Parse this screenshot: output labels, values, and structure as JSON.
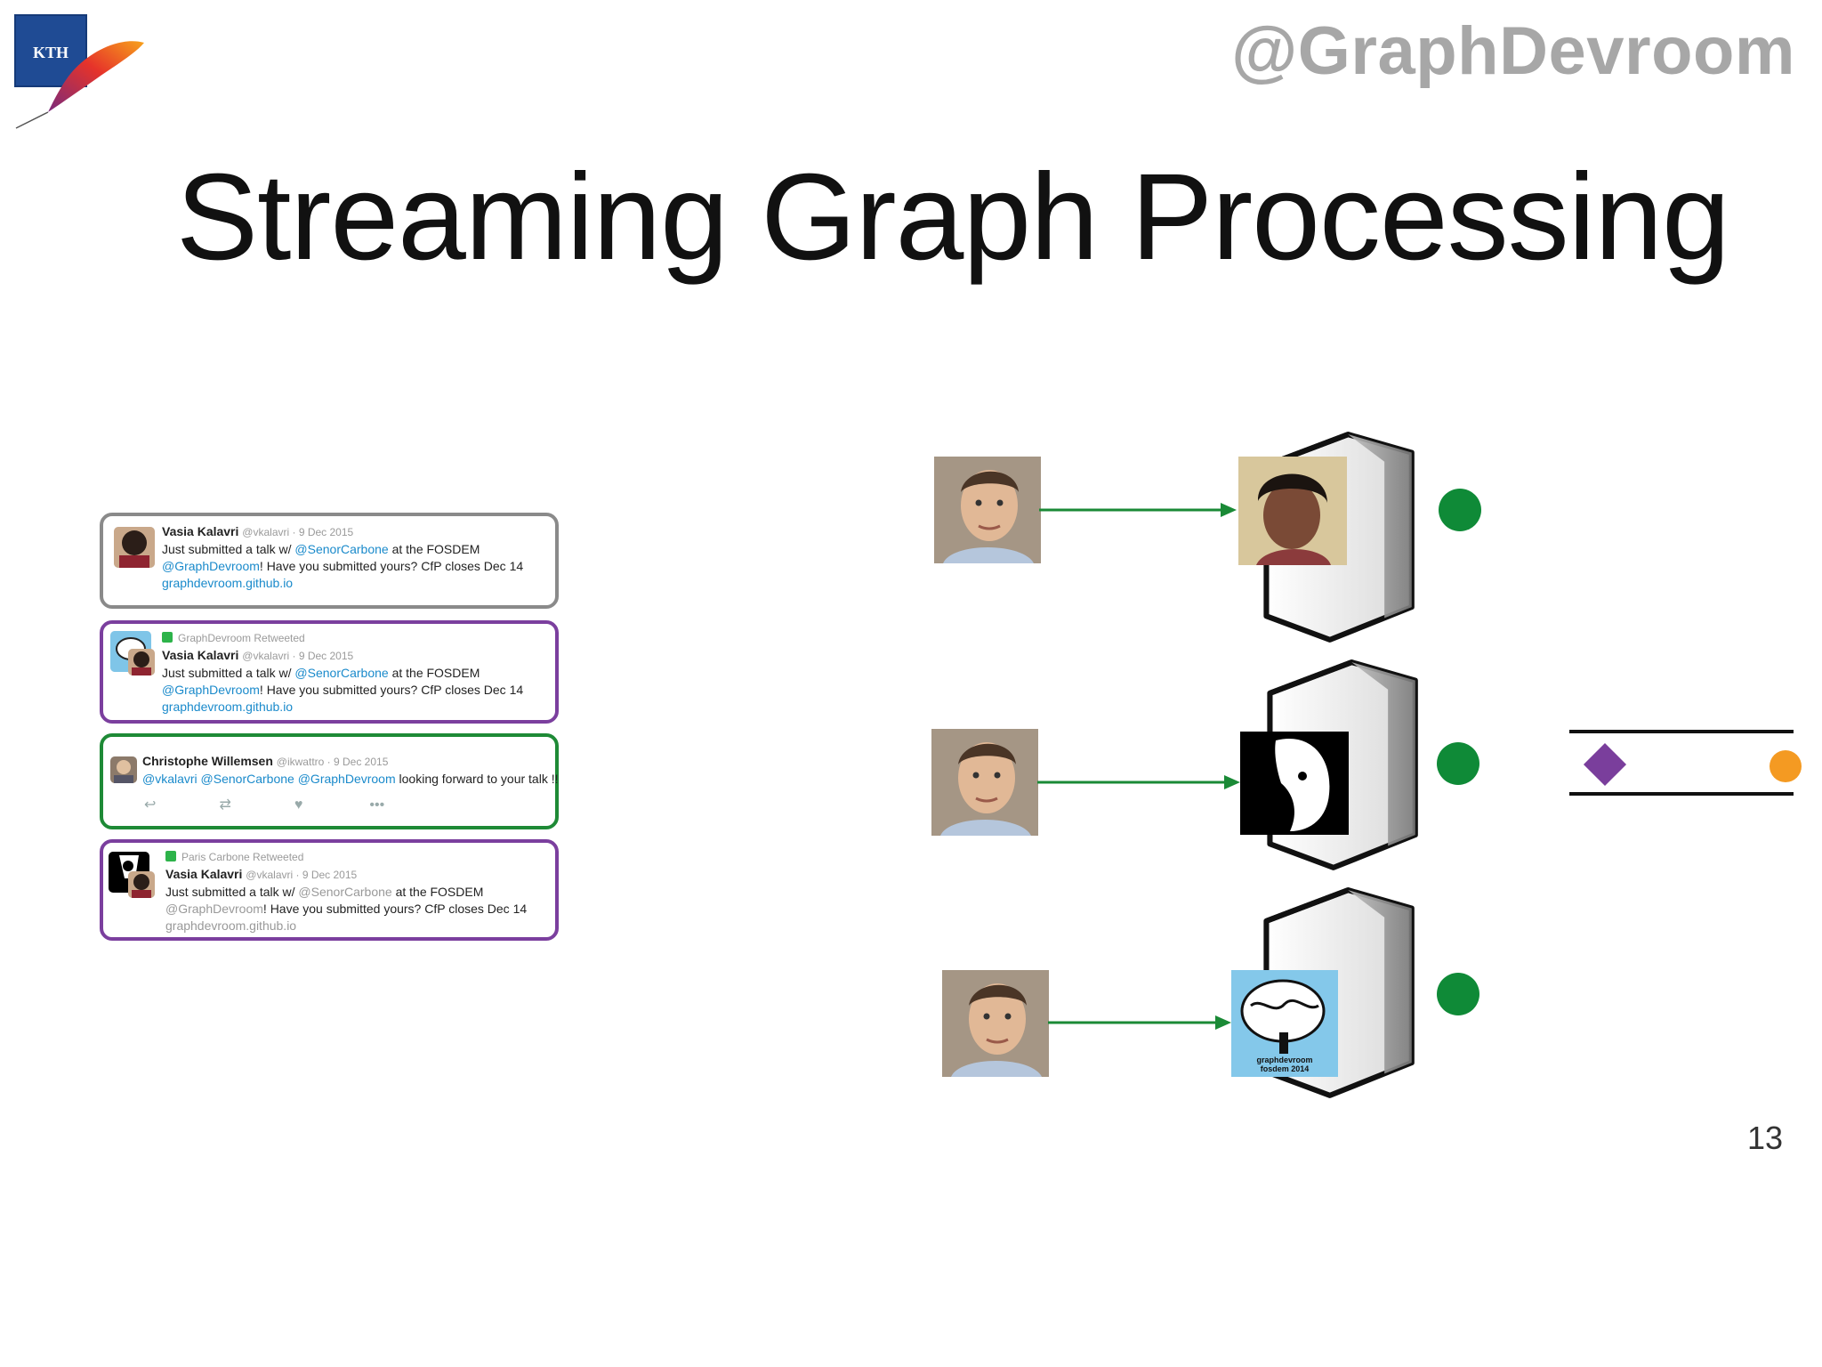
{
  "header": {
    "logo_text": "KTH",
    "handle": "@GraphDevroom",
    "title": "Streaming Graph Processing",
    "page_number": "13"
  },
  "tweets": [
    {
      "name": "Vasia Kalavri",
      "meta": "@vkalavri · 9 Dec 2015",
      "line1_pre": "Just submitted a talk w/ ",
      "line1_link": "@SenorCarbone",
      "line1_post": " at the FOSDEM",
      "line2_link": "@GraphDevroom",
      "line2_post": "! Have you submitted yours? CfP closes Dec 14",
      "line3_link": "graphdevroom.github.io",
      "border": "#8a8a8a"
    },
    {
      "retweet_label": "GraphDevroom Retweeted",
      "name": "Vasia Kalavri",
      "meta": "@vkalavri · 9 Dec 2015",
      "line1_pre": "Just submitted a talk w/ ",
      "line1_link": "@SenorCarbone",
      "line1_post": " at the FOSDEM",
      "line2_link": "@GraphDevroom",
      "line2_post": "! Have you submitted yours? CfP closes Dec 14",
      "line3_link": "graphdevroom.github.io",
      "border": "#7b3f9e"
    },
    {
      "name": "Christophe Willemsen",
      "meta": "@ikwattro · 9 Dec 2015",
      "line1_links": "@vkalavri @SenorCarbone @GraphDevroom",
      "line1_post": " looking forward to your talk !!",
      "actions": [
        "reply-icon",
        "retweet-icon",
        "like-icon",
        "more-icon"
      ],
      "border": "#1e8a36"
    },
    {
      "retweet_label": "Paris Carbone Retweeted",
      "name": "Vasia Kalavri",
      "meta": "@vkalavri · 9 Dec 2015",
      "line1_pre": "Just submitted a talk w/ ",
      "line1_link": "@SenorCarbone",
      "line1_post": " at the FOSDEM",
      "line2_link": "@GraphDevroom",
      "line2_post": "! Have you submitted yours? CfP closes Dec 14",
      "line3_link": "graphdevroom.github.io",
      "border": "#7b3f9e"
    }
  ],
  "diagram": {
    "brain_caption_1": "graphdevroom",
    "brain_caption_2": "fosdem 2014",
    "colors": {
      "arrow": "#1a8a36",
      "vertex_dot": "#0f8a37",
      "queue_diamond": "#7a3e9c",
      "queue_circle": "#f49a22"
    }
  }
}
